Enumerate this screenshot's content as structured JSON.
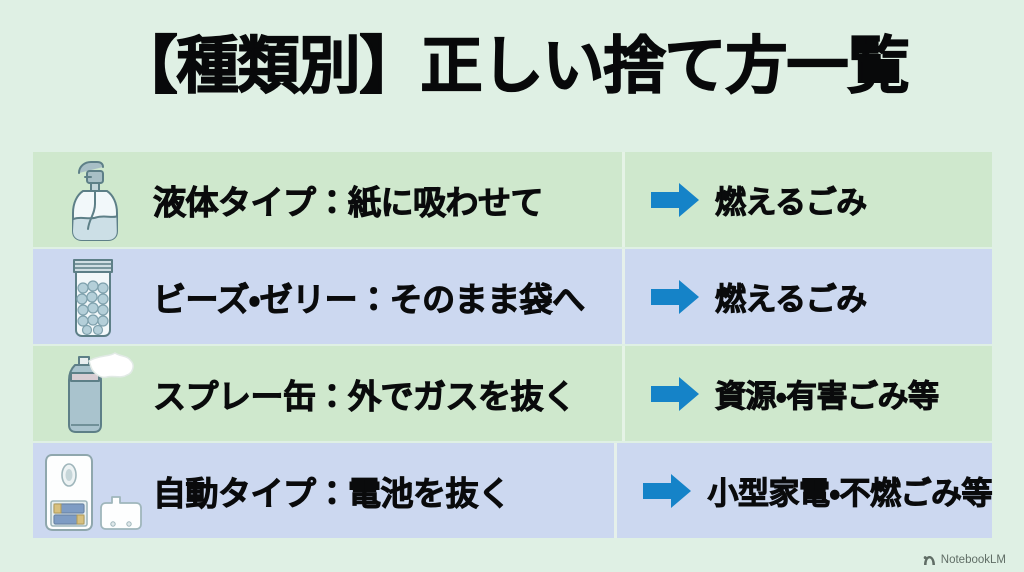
{
  "title": "【種類別】正しい捨て方一覧",
  "table": {
    "rows": [
      {
        "tone": "green",
        "icon": "pump-bottle-icon",
        "left_label": "液体タイプ：紙に吸わせて",
        "arrow": "right-arrow-icon",
        "right_label": "燃えるごみ"
      },
      {
        "tone": "blue",
        "icon": "bead-jar-icon",
        "left_label": "ビーズ・ゼリー：そのまま袋へ",
        "arrow": "right-arrow-icon",
        "right_label": "燃えるごみ"
      },
      {
        "tone": "green",
        "icon": "spray-can-icon",
        "left_label": "スプレー缶：外でガスを抜く",
        "arrow": "right-arrow-icon",
        "right_label": "資源・有害ごみ等"
      },
      {
        "tone": "blue",
        "icon": "auto-dispenser-battery-icon",
        "left_label": "自動タイプ：電池を抜く",
        "arrow": "right-arrow-icon",
        "right_label": "小型家電・不燃ごみ等"
      }
    ]
  },
  "watermark": {
    "icon": "notebooklm-logo-icon",
    "label": "NotebookLM"
  },
  "colors": {
    "background": "#dff0e4",
    "row_green": "#cfe8cd",
    "row_blue": "#ccd8f0",
    "arrow_blue": "#1583c8",
    "text": "#0a0b0c"
  }
}
